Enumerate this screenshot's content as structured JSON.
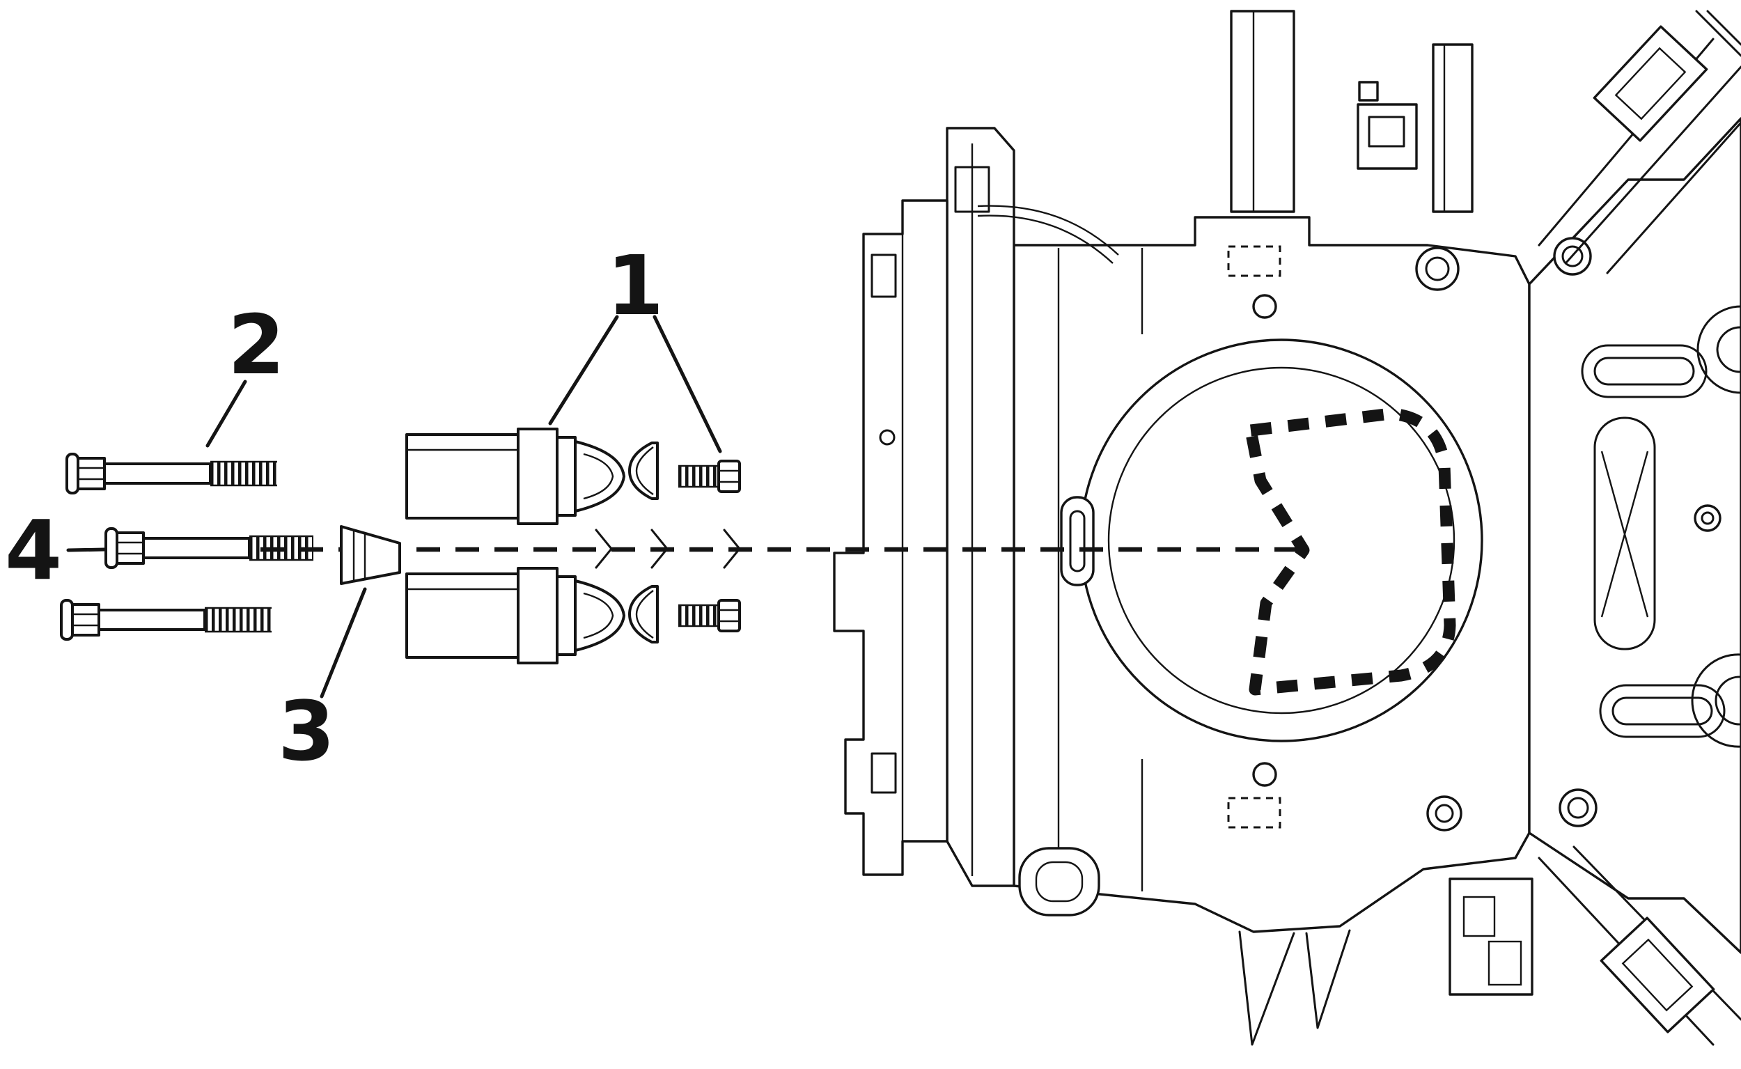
{
  "diagram": {
    "type": "exploded-parts-diagram",
    "callouts": {
      "c1": {
        "label": "1"
      },
      "c2": {
        "label": "2"
      },
      "c3": {
        "label": "3"
      },
      "c4": {
        "label": "4"
      }
    },
    "colors": {
      "line": "#141414",
      "background": "#ffffff"
    }
  }
}
